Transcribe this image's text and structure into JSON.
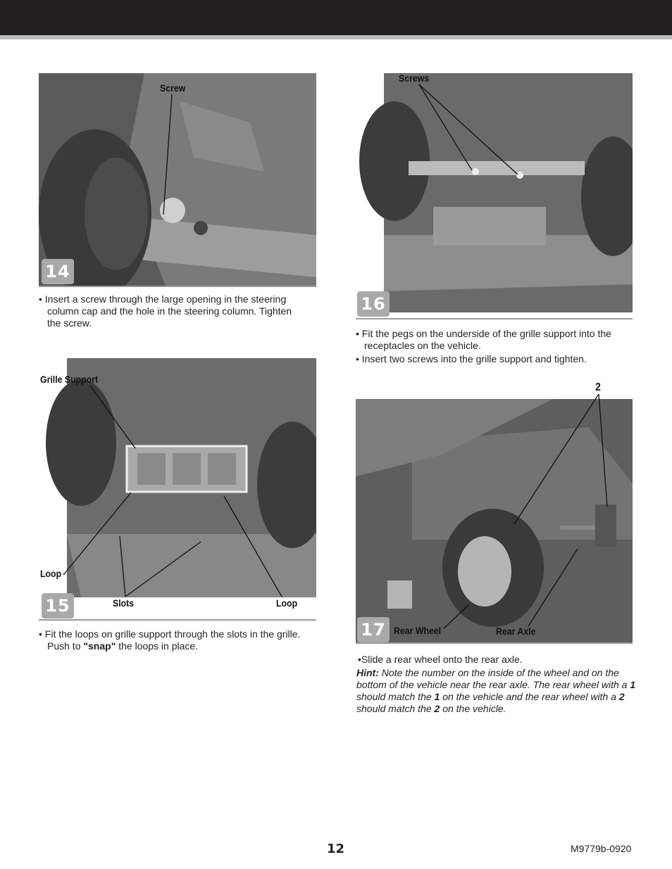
{
  "header": {
    "bar_color": "#231f20",
    "stripe_color": "#bdbdbd"
  },
  "steps": {
    "s14": {
      "number": "14",
      "label_screw": "Screw",
      "text": [
        "• Insert a screw through the large opening in the steering",
        "column cap and the hole in the steering column. Tighten",
        "the screw."
      ]
    },
    "s15": {
      "number": "15",
      "label_grille": "Grille Support",
      "label_loop_left": "Loop",
      "label_slots": "Slots",
      "label_loop_right": "Loop",
      "text": [
        "• Fit the loops on grille support through the slots in the grille.",
        "Push to "
      ],
      "snap": "\"snap\"",
      "text_end": " the loops in place."
    },
    "s16": {
      "number": "16",
      "label_screws": "Screws",
      "text1": "• Fit the pegs on the underside of the grille support into the receptacles on the vehicle.",
      "text2": "• Insert two screws into the grille support and tighten."
    },
    "s17": {
      "number": "17",
      "label_two": "2",
      "label_wheel": "Rear Wheel",
      "label_axle": "Rear Axle",
      "text": "•Slide a rear wheel onto the rear axle.",
      "hint_label": "Hint:",
      "hint_a": " Note the number on the inside of the wheel and on the bottom of the vehicle near the rear axle. The rear wheel with a ",
      "hint_b": "1",
      "hint_c": " should match the ",
      "hint_d": "1",
      "hint_e": " on the vehicle and the rear wheel with a ",
      "hint_f": "2",
      "hint_g": " should match the ",
      "hint_h": "2",
      "hint_i": " on the vehicle."
    }
  },
  "footer": {
    "page_number": "12",
    "doc_code": "M9779b-0920"
  }
}
